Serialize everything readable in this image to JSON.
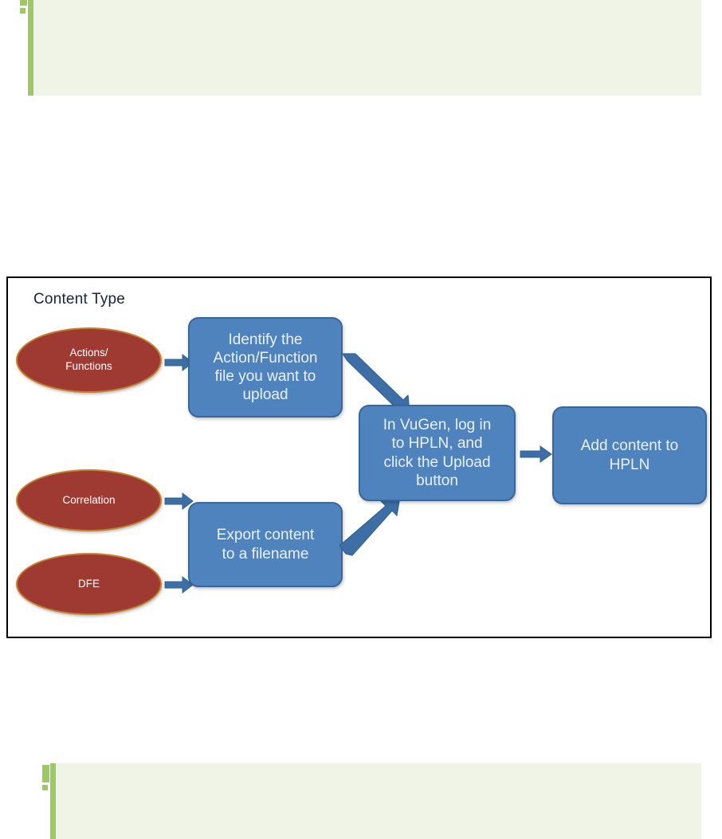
{
  "page": {
    "background": "#ffffff"
  },
  "notes": {
    "top": {
      "icon": "exclamation-note-icon",
      "accent_color": "#9CC963",
      "fill_color": "#EFF4E7",
      "text": ""
    },
    "bottom": {
      "icon": "exclamation-note-icon",
      "accent_color": "#9CC963",
      "fill_color": "#EFF4E7",
      "text": ""
    }
  },
  "diagram": {
    "title": "Content Type",
    "border_color": "#000000",
    "colors": {
      "ellipse_fill": "#9E3A32",
      "ellipse_border": "#C4802E",
      "box_fill": "#4F83BD",
      "box_border": "#3A6698",
      "arrow": "#3D6FA6",
      "box_text": "#EAF1F9",
      "ellipse_text": "#FFFFFF",
      "title_text": "#17243B"
    },
    "chart_data": {
      "type": "flowchart",
      "title": "Content Type",
      "nodes": [
        {
          "id": "n1",
          "shape": "ellipse",
          "label": "Actions/\nFunctions",
          "label_lines": [
            "Actions/",
            "Functions"
          ]
        },
        {
          "id": "n2",
          "shape": "ellipse",
          "label": "Correlation",
          "label_lines": [
            "Correlation"
          ]
        },
        {
          "id": "n3",
          "shape": "ellipse",
          "label": "DFE",
          "label_lines": [
            "DFE"
          ]
        },
        {
          "id": "n4",
          "shape": "rounded-rect",
          "label": "Identify the Action/Function file you want to upload",
          "label_lines": [
            "Identify the",
            "Action/Function",
            "file you want to",
            "upload"
          ]
        },
        {
          "id": "n5",
          "shape": "rounded-rect",
          "label": "Export content to a filename",
          "label_lines": [
            "Export content",
            "to a filename"
          ]
        },
        {
          "id": "n6",
          "shape": "rounded-rect",
          "label": "In VuGen, log in to HPLN, and click the Upload button",
          "label_lines": [
            "In VuGen, log in",
            "to HPLN, and",
            "click the Upload",
            "button"
          ]
        },
        {
          "id": "n7",
          "shape": "rounded-rect",
          "label": "Add content to HPLN",
          "label_lines": [
            "Add content to",
            "HPLN"
          ]
        }
      ],
      "edges": [
        {
          "from": "n1",
          "to": "n4",
          "style": "straight-right"
        },
        {
          "from": "n2",
          "to": "n5",
          "style": "straight-right"
        },
        {
          "from": "n3",
          "to": "n5",
          "style": "straight-right"
        },
        {
          "from": "n4",
          "to": "n6",
          "style": "diagonal-down-right"
        },
        {
          "from": "n5",
          "to": "n6",
          "style": "diagonal-up-right"
        },
        {
          "from": "n6",
          "to": "n7",
          "style": "straight-right"
        }
      ]
    },
    "nodes": {
      "actions_functions": {
        "line1": "Actions/",
        "line2": "Functions"
      },
      "correlation": {
        "line1": "Correlation"
      },
      "dfe": {
        "line1": "DFE"
      },
      "identify_file": {
        "line1": "Identify the",
        "line2": "Action/Function",
        "line3": "file you want to",
        "line4": "upload"
      },
      "export_content": {
        "line1": "Export content",
        "line2": "to a filename"
      },
      "vugen_upload": {
        "line1": "In VuGen, log in",
        "line2": "to HPLN, and",
        "line3": "click the Upload",
        "line4": "button"
      },
      "add_content": {
        "line1": "Add content to",
        "line2": "HPLN"
      }
    }
  }
}
